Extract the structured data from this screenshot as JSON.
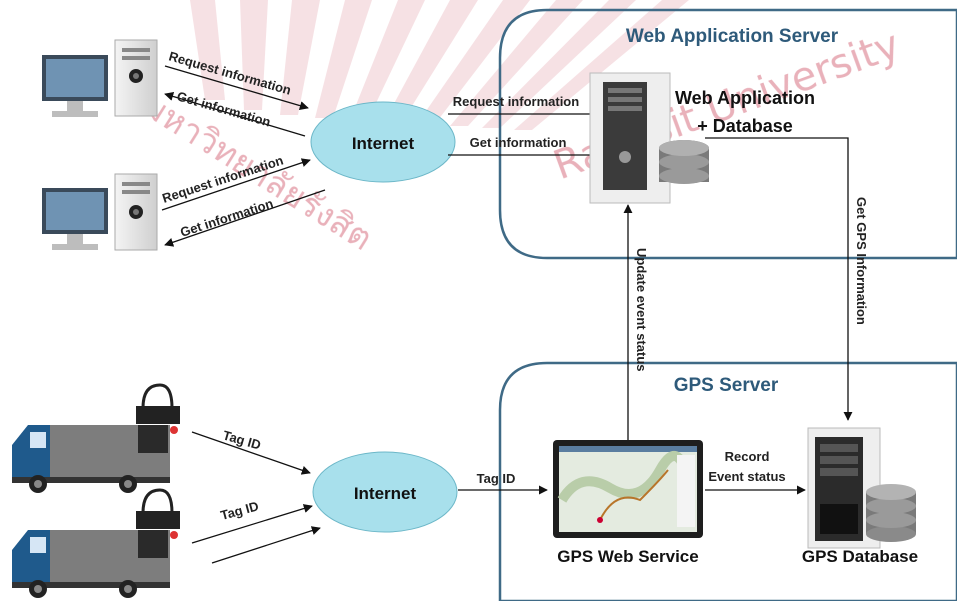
{
  "watermark": {
    "text_thai": "มหาวิทยาลัยรังสิต",
    "text_latin": "Rangsit University"
  },
  "groups": {
    "web_server_title": "Web Application Server",
    "gps_server_title": "GPS Server"
  },
  "internet": {
    "top_label": "Internet",
    "bottom_label": "Internet"
  },
  "client_links": {
    "request_1": "Request information",
    "get_1": "Get information",
    "request_2": "Request information",
    "get_2": "Get information"
  },
  "web_links": {
    "request": "Request information",
    "get": "Get information"
  },
  "web_app": {
    "line1": "Web Application",
    "line2": "+ Database"
  },
  "vertical_links": {
    "update_event": "Update event status",
    "get_gps": "Get GPS Information"
  },
  "truck_links": {
    "tag_1": "Tag ID",
    "tag_2": "Tag ID",
    "tag_to_service": "Tag ID"
  },
  "record_link": {
    "line1": "Record",
    "line2": "Event status"
  },
  "gps_web_service_label": "GPS Web Service",
  "gps_database_label": "GPS Database",
  "colors": {
    "internet_fill": "#a8e0ec",
    "group_border": "#3f6a86",
    "watermark_red": "#c0203a",
    "truck_blue": "#1f5a8c"
  }
}
